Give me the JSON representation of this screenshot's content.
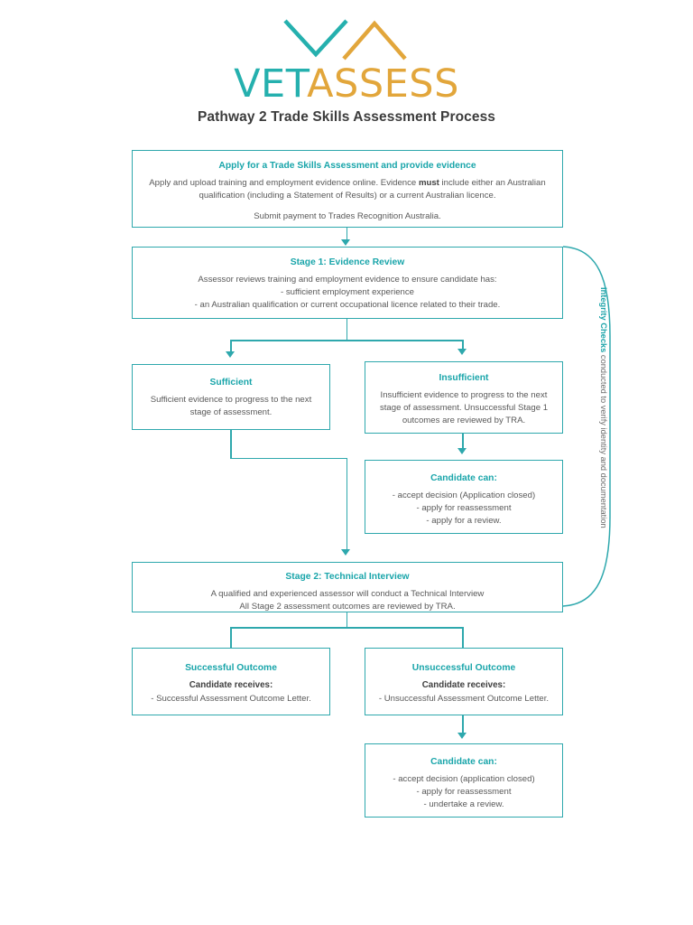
{
  "logo": {
    "word_primary": "VET",
    "word_secondary": "ASSESS",
    "mark": "chevron-logo"
  },
  "page": {
    "title": "Pathway 2 Trade Skills Assessment Process"
  },
  "flow": {
    "apply": {
      "heading": "Apply for a Trade Skills Assessment and provide evidence",
      "line1_a": "Apply and upload training and employment evidence online. Evidence ",
      "line1_bold": "must",
      "line1_b": " include either an Australian qualification (including a Statement of Results) or a current Australian licence.",
      "line2": "Submit payment to Trades Recognition Australia."
    },
    "stage1": {
      "heading": "Stage 1: Evidence Review",
      "line1": "Assessor reviews training and employment evidence to ensure candidate has:",
      "line2": "- sufficient employment experience",
      "line3": "- an Australian qualification or current occupational licence related to their trade."
    },
    "sufficient": {
      "heading": "Sufficient",
      "body": "Sufficient evidence to progress to the next stage of assessment."
    },
    "insufficient": {
      "heading": "Insufficient",
      "body": "Insufficient evidence to progress to the next stage of assessment. Unsuccessful Stage 1 outcomes are reviewed by TRA."
    },
    "candidate_can_1": {
      "heading": "Candidate can:",
      "line1": "- accept decision (Application closed)",
      "line2": "- apply for reassessment",
      "line3": "- apply for a review."
    },
    "stage2": {
      "heading": "Stage 2: Technical Interview",
      "line1": "A qualified and experienced assessor will conduct a Technical Interview",
      "line2": "All Stage 2 assessment outcomes are reviewed by TRA."
    },
    "successful": {
      "heading": "Successful Outcome",
      "subhead": "Candidate receives:",
      "line1": "- Successful Assessment Outcome Letter."
    },
    "unsuccessful": {
      "heading": "Unsuccessful Outcome",
      "subhead": "Candidate receives:",
      "line1": "- Unsuccessful Assessment Outcome Letter."
    },
    "candidate_can_2": {
      "heading": "Candidate can:",
      "line1": "- accept decision (application closed)",
      "line2": "- apply for reassessment",
      "line3": "- undertake a review."
    }
  },
  "integrity": {
    "title": "Integrity Checks",
    "subtitle": " conducted to verify identity and documentation"
  },
  "colors": {
    "teal": "#2ea8ad",
    "heading_teal": "#19a5aa",
    "logo_teal": "#25b0ae",
    "logo_gold": "#e2a63b",
    "body_text": "#595959",
    "title_text": "#3c3c3c"
  }
}
